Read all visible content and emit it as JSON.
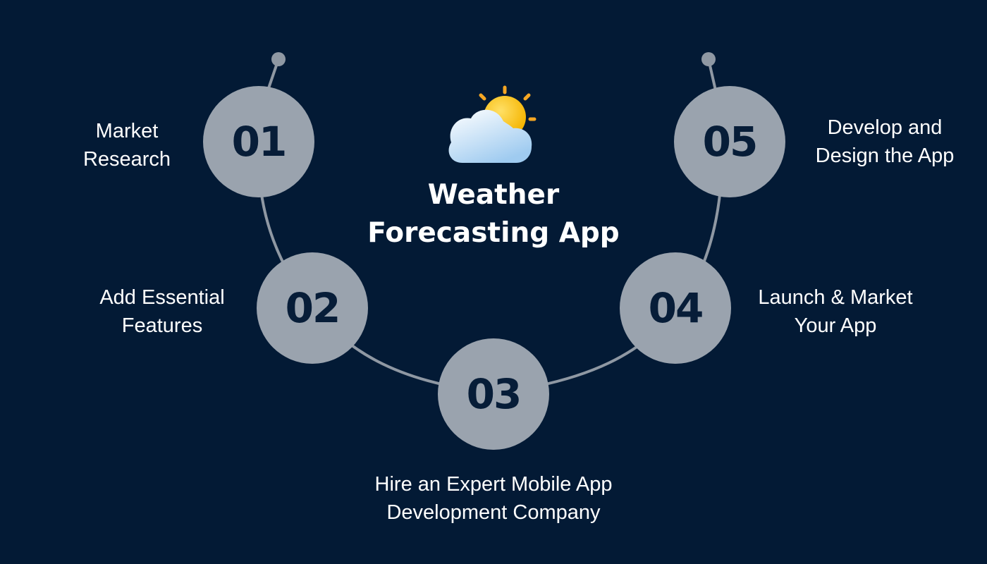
{
  "title": {
    "line1": "Weather",
    "line2": "Forecasting App"
  },
  "icon": "sun-cloud-icon",
  "steps": [
    {
      "number": "01",
      "line1": "Market",
      "line2": "Research"
    },
    {
      "number": "02",
      "line1": "Add Essential",
      "line2": "Features"
    },
    {
      "number": "03",
      "line1": "Hire an Expert Mobile App",
      "line2": "Development Company"
    },
    {
      "number": "04",
      "line1": "Launch & Market",
      "line2": "Your App"
    },
    {
      "number": "05",
      "line1": "Develop and",
      "line2": "Design the App"
    }
  ],
  "colors": {
    "background": "#031a35",
    "circle": "#9aa3ae",
    "number": "#071d38",
    "arc": "#8f98a3",
    "text": "#ffffff"
  }
}
